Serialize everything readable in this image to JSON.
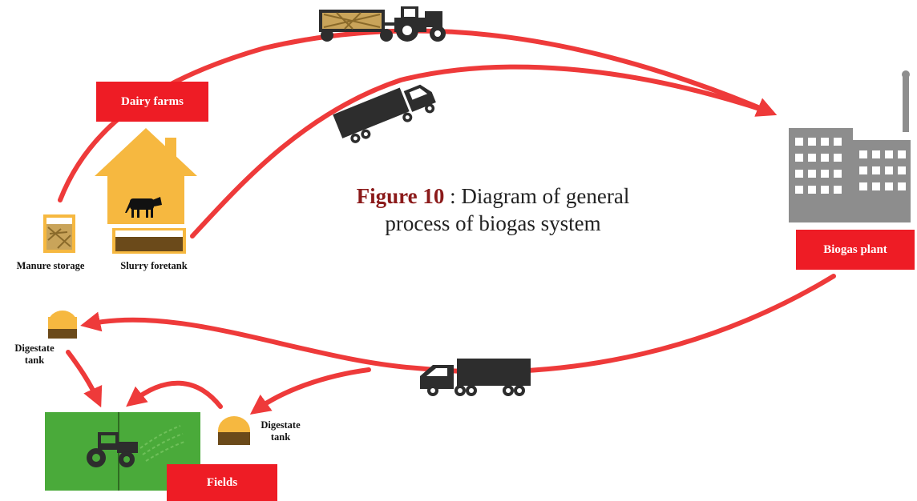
{
  "caption": {
    "figure_label": "Figure 10",
    "separator": " : ",
    "line1": "Diagram of general",
    "line2": "process of biogas system"
  },
  "labels": {
    "dairy_farms": "Dairy farms",
    "biogas_plant": "Biogas plant",
    "fields": "Fields",
    "manure_storage": "Manure storage",
    "slurry_foretank": "Slurry foretank",
    "digestate_tank_1_line1": "Digestate",
    "digestate_tank_1_line2": "tank",
    "digestate_tank_2_line1": "Digestate",
    "digestate_tank_2_line2": "tank"
  },
  "colors": {
    "arrow": "#ee3a3a",
    "label_box": "#ee1c25",
    "house": "#f6b840",
    "building": "#8d8d8d",
    "field": "#4aaa3a",
    "vehicle": "#2d2d2d",
    "tank_top": "#f6b840",
    "tank_bottom": "#6b4a1a"
  },
  "icons": [
    "tractor-with-trailer-icon",
    "truck-icon",
    "house-with-cow-icon",
    "factory-icon",
    "manure-storage-icon",
    "slurry-tank-icon",
    "digestate-tank-icon",
    "field-tractor-icon",
    "tanker-truck-icon"
  ]
}
